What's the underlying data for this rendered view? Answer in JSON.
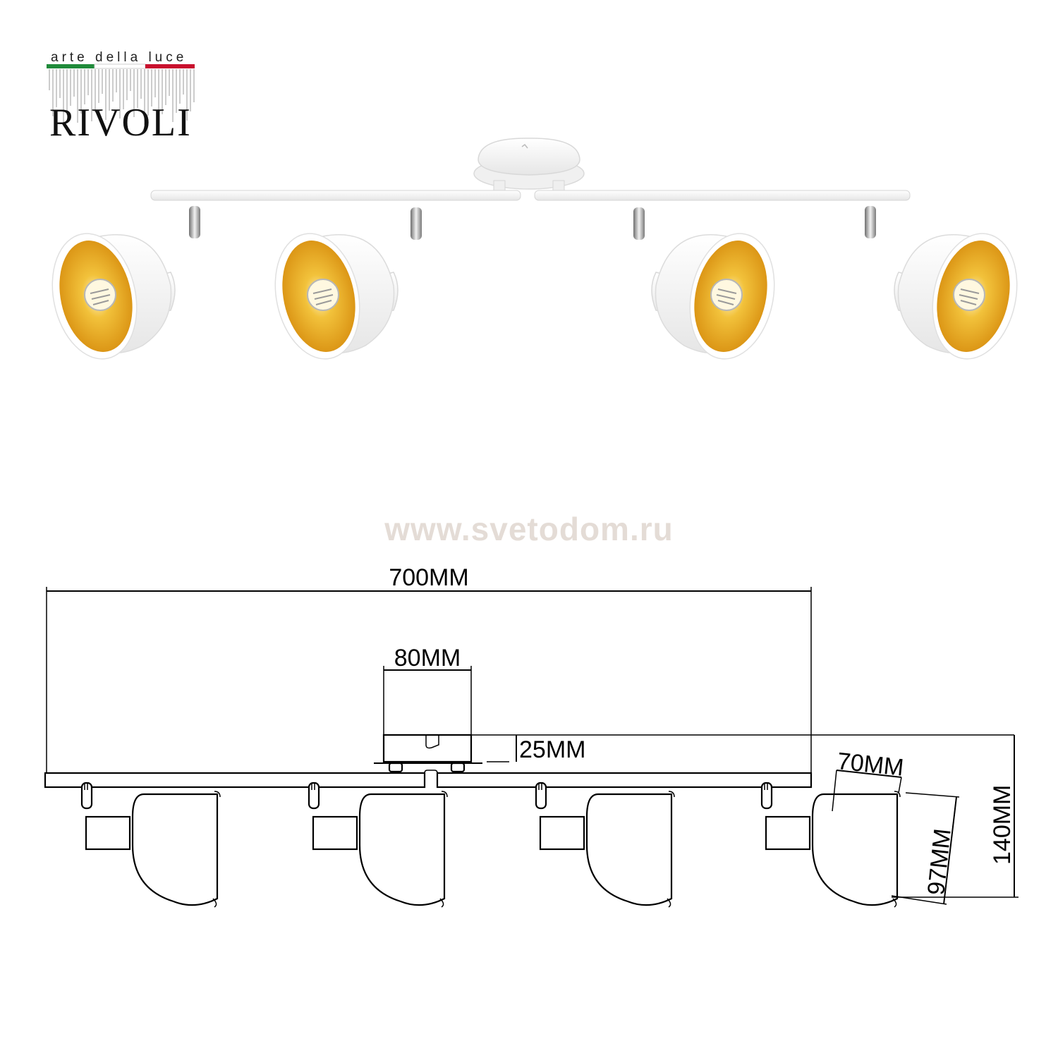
{
  "brand": {
    "tagline": "arte  della  luce",
    "name": "RIVOLI",
    "flag_colors": [
      "#1f8a3a",
      "#ffffff",
      "#c8102e"
    ]
  },
  "watermark": "www.svetodom.ru",
  "colors": {
    "shade_outer": "#f7f7f7",
    "shade_inner": "#e8a41a",
    "chrome": "#9a9a9a"
  },
  "dimensions": {
    "total_length": "700MM",
    "base_width": "80MM",
    "base_height": "25MM",
    "shade_width": "70MM",
    "shade_height": "97MM",
    "total_height": "140MM"
  }
}
